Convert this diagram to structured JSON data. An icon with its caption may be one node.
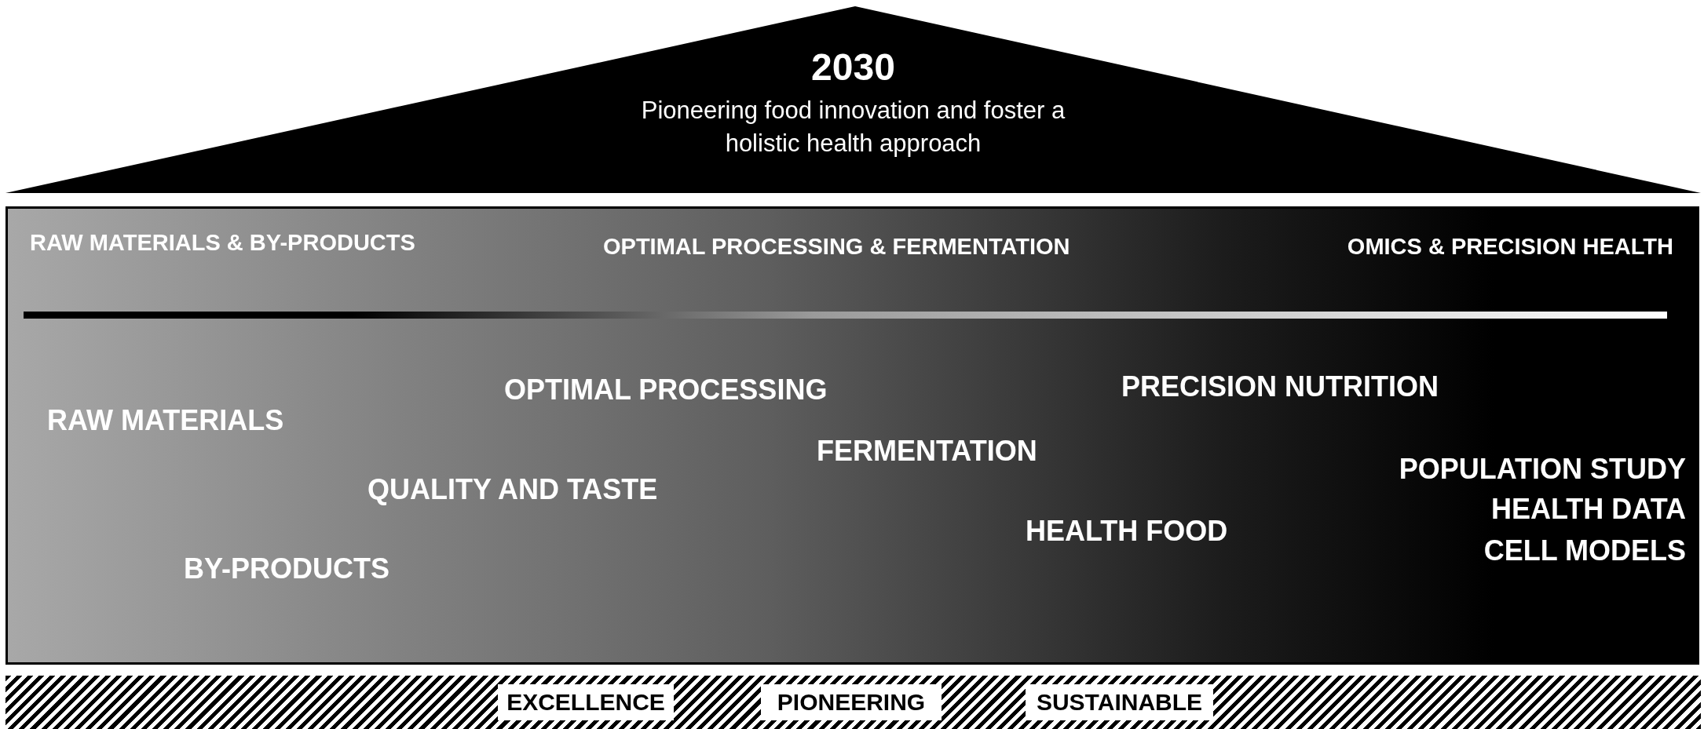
{
  "diagram": {
    "nodes": [
      {
        "text": [
          "2030",
          "Pioneering food innovation and foster a holistic health approach"
        ]
      },
      {
        "text": [
          "RAW MATERIALS & BY-PRODUCTS",
          "OPTIMAL PROCESSING & FERMENTATION",
          "OMICS & PRECISION HEALTH",
          "OPTIMAL PROCESSING",
          "PRECISION NUTRITION",
          "RAW MATERIALS",
          "FERMENTATION",
          "POPULATION STUDY",
          "QUALITY AND TASTE",
          "HEALTH DATA",
          "HEALTH FOOD",
          "CELL MODELS",
          "BY-PRODUCTS"
        ]
      },
      {
        "text": [
          "EXCELLENCE",
          "PIONEERING",
          "SUSTAINABLE"
        ]
      }
    ],
    "edges": []
  }
}
